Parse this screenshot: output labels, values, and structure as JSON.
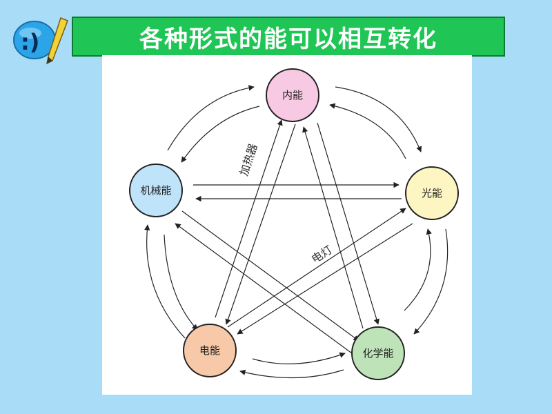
{
  "title": "各种形式的能可以相互转化",
  "colors": {
    "background": "#a9dcf7",
    "title_bar": "#1fc656",
    "arrow": "#222222"
  },
  "nodes": [
    {
      "id": "internal",
      "label": "内能",
      "fill": "#f7c9e2"
    },
    {
      "id": "light",
      "label": "光能",
      "fill": "#fdf6c3"
    },
    {
      "id": "chemical",
      "label": "化学能",
      "fill": "#bfe3b8"
    },
    {
      "id": "electric",
      "label": "电能",
      "fill": "#f8c9a8"
    },
    {
      "id": "mechanical",
      "label": "机械能",
      "fill": "#bfe3f9"
    }
  ],
  "edge_labels": {
    "heater": "加热器",
    "lamp": "电灯"
  },
  "icons": {
    "logo": "smiley-pencil-icon"
  }
}
